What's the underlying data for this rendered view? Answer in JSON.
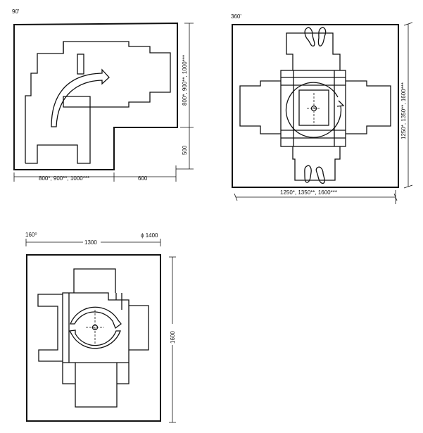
{
  "diagrams": [
    {
      "angle_label": "90'",
      "dim_bottom_left": "800*, 900**, 1000***",
      "dim_bottom_right": "600",
      "dim_right_top": "800*, 900**, 1000***",
      "dim_right_bottom": "500"
    },
    {
      "angle_label": "360'",
      "dim_bottom": "1250*, 1350**, 1600***",
      "dim_right": "1250*, 1350**, 1600***"
    },
    {
      "angle_label": "160⁰",
      "diameter_label": "ϕ 1400",
      "dim_top": "1300",
      "dim_right": "1600"
    }
  ]
}
